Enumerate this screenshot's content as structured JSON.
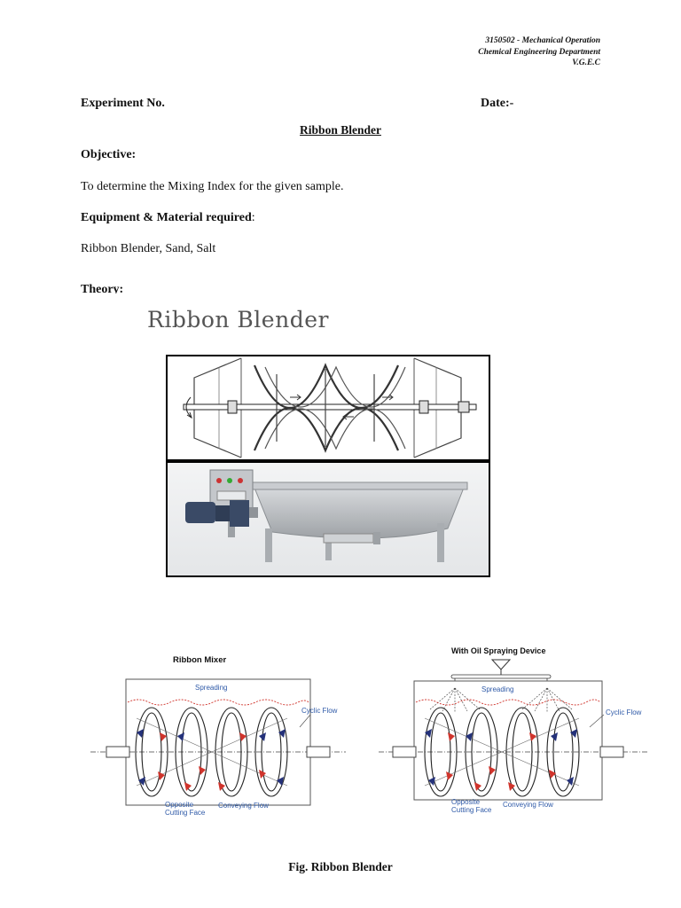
{
  "header": {
    "line1": "3150502 - Mechanical Operation",
    "line2": "Chemical Engineering Department",
    "line3": "V.G.E.C"
  },
  "experiment_label": "Experiment No.",
  "date_label": "Date:-",
  "title": "Ribbon Blender",
  "objective": {
    "heading": "Objective:",
    "text": "To determine the Mixing Index for the given sample."
  },
  "equipment": {
    "heading_bold": "Equipment & Material required",
    "heading_colon": ":",
    "text": "Ribbon Blender, Sand, Salt"
  },
  "theory_heading": "Theory:",
  "figure_top": {
    "heading": "Ribbon Blender"
  },
  "mixer_left": {
    "title": "Ribbon Mixer",
    "spreading": "Spreading",
    "cyclic_flow": "Cyclic Flow",
    "opposite_line1": "Opposite",
    "opposite_line2": "Cutting Face",
    "conveying_flow": "Conveying Flow"
  },
  "mixer_right": {
    "title": "With Oil Spraying Device",
    "spreading": "Spreading",
    "cyclic_flow": "Cyclic Flow",
    "opposite_line1": "Opposite",
    "opposite_line2": "Cutting Face",
    "conveying_flow": "Conveying Flow"
  },
  "caption": "Fig. Ribbon Blender",
  "colors": {
    "flow_red": "#d0342c",
    "flow_blue": "#24317a",
    "label_blue": "#2f5aa8",
    "machine_gray": "#b9bcc0",
    "motor_blue": "#3a4a66"
  }
}
